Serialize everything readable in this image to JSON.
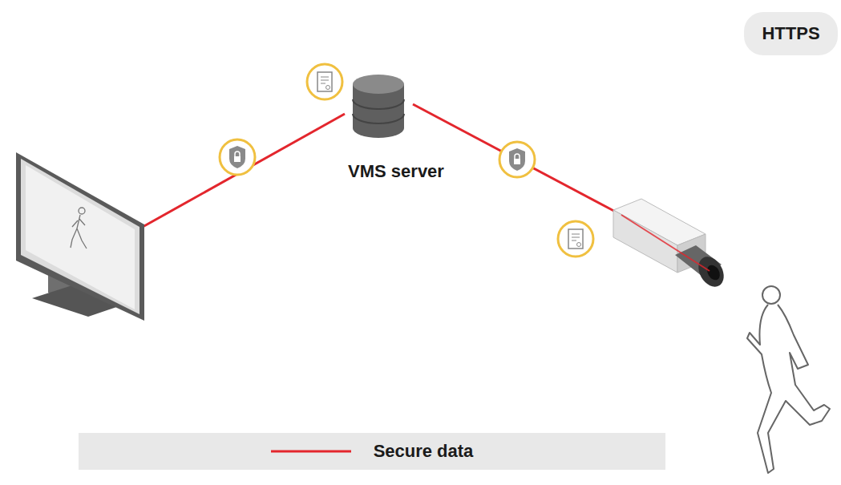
{
  "diagram": {
    "nodes": [
      {
        "text": [
          "HTTPS"
        ]
      },
      {
        "text": [
          "VMS server"
        ]
      }
    ],
    "legend": [
      {
        "text": "Secure data"
      }
    ]
  }
}
